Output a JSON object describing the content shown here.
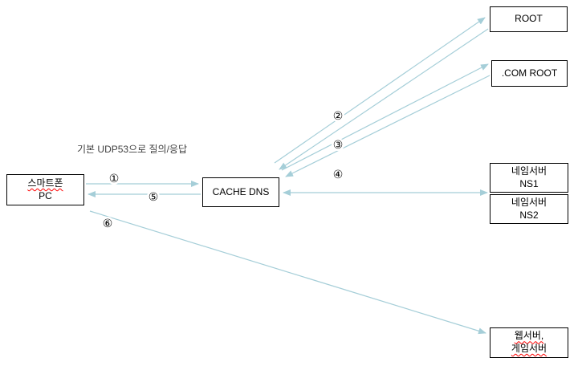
{
  "diagram": {
    "caption": "기본 UDP53으로 질의/응답",
    "steps": [
      "①",
      "②",
      "③",
      "④",
      "⑤",
      "⑥"
    ],
    "nodes": {
      "client": {
        "lines": [
          "스마트폰",
          "PC"
        ]
      },
      "cache_dns": {
        "lines": [
          "CACHE DNS"
        ]
      },
      "root": {
        "lines": [
          "ROOT"
        ]
      },
      "com_root": {
        "lines": [
          ".COM ROOT"
        ]
      },
      "ns1": {
        "lines": [
          "네임서버",
          "NS1"
        ]
      },
      "ns2": {
        "lines": [
          "네임서버",
          "NS2"
        ]
      },
      "web_game": {
        "lines": [
          "웹서버,",
          "게임서버"
        ]
      }
    },
    "colors": {
      "arrow": "#a5ced8",
      "box_border": "#000000",
      "box_fill": "#ffffff",
      "text": "#000000",
      "spellcheck_underline": "#ff0000"
    }
  }
}
